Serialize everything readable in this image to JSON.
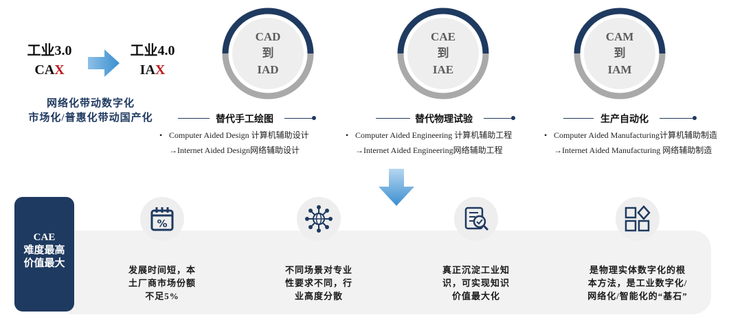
{
  "left": {
    "from_line1": "工业3.0",
    "from_prefix": "CA",
    "from_x": "X",
    "to_line1": "工业4.0",
    "to_prefix": "IA",
    "to_x": "X",
    "tagline1": "网络化带动数字化",
    "tagline2": "市场化/普惠化带动国产化"
  },
  "stages": [
    {
      "ring_line1": "CAD",
      "ring_line2": "到",
      "ring_line3": "IAD",
      "title": "替代手工绘图",
      "bullet": "•",
      "desc1": "Computer Aided Design 计算机辅助设计",
      "desc2": "→Internet Aided Design网络辅助设计"
    },
    {
      "ring_line1": "CAE",
      "ring_line2": "到",
      "ring_line3": "IAE",
      "title": "替代物理试验",
      "bullet": "•",
      "desc1": "Computer Aided Engineering 计算机辅助工程",
      "desc2": "→Internet Aided Engineering网络辅助工程"
    },
    {
      "ring_line1": "CAM",
      "ring_line2": "到",
      "ring_line3": "IAM",
      "title": "生产自动化",
      "bullet": "•",
      "desc1": "Computer Aided Manufacturing计算机辅助制造",
      "desc2": "→Internet Aided Manufacturing 网络辅助制造"
    }
  ],
  "side": {
    "line1": "CAE",
    "line2": "难度最高",
    "line3": "价值最大"
  },
  "features": [
    {
      "icon": "calendar-percent-icon",
      "line1": "发展时间短，本",
      "line2": "土厂商市场份额",
      "line3": "不足5%"
    },
    {
      "icon": "network-globe-icon",
      "line1": "不同场景对专业",
      "line2": "性要求不同，行",
      "line3": "业高度分散"
    },
    {
      "icon": "document-search-icon",
      "line1": "真正沉淀工业知",
      "line2": "识，可实现知识",
      "line3": "价值最大化"
    },
    {
      "icon": "blocks-icon",
      "line1": "是物理实体数字化的根",
      "line2": "本方法，是工业数字化/",
      "line3": "网络化/智能化的“基石”"
    }
  ],
  "colors": {
    "navy": "#1f3a60",
    "accent_red": "#c0171c",
    "arrow_blue": "#3a8fd0"
  }
}
